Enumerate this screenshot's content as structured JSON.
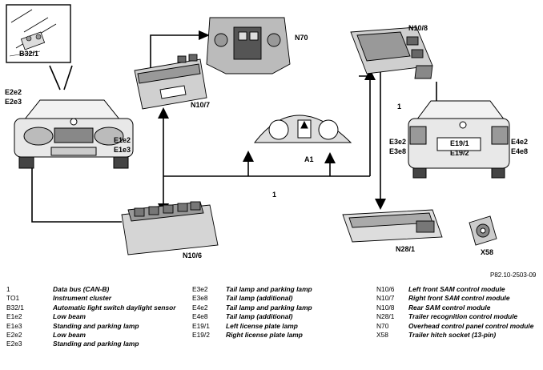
{
  "labels": {
    "b32_1": "B32/1",
    "n70": "N70",
    "n10_8": "N10/8",
    "e2e2": "E2e2",
    "e2e3": "E2e3",
    "n10_7": "N10/7",
    "e1e2": "E1e2",
    "e1e3": "E1e3",
    "a1": "A1",
    "bus_left": "1",
    "bus_right": "1",
    "e3e2": "E3e2",
    "e3e8": "E3e8",
    "e19_1": "E19/1",
    "e19_2": "E19/2",
    "e4e2": "E4e2",
    "e4e8": "E4e8",
    "n10_6": "N10/6",
    "n28_1": "N28/1",
    "x58": "X58",
    "figure_ref": "P82.10-2503-09"
  },
  "legend": {
    "col1": [
      {
        "code": "1",
        "desc": "Data bus (CAN-B)"
      },
      {
        "code": "TO1",
        "desc": "Instrument cluster"
      },
      {
        "code": "B32/1",
        "desc": "Automatic light switch daylight sensor"
      },
      {
        "code": "E1e2",
        "desc": "Low beam"
      },
      {
        "code": "E1e3",
        "desc": "Standing and parking lamp"
      },
      {
        "code": "E2e2",
        "desc": "Low beam"
      },
      {
        "code": "E2e3",
        "desc": "Standing and parking lamp"
      }
    ],
    "col2": [
      {
        "code": "E3e2",
        "desc": "Tail lamp and parking lamp"
      },
      {
        "code": "E3e8",
        "desc": "Tail lamp (additional)"
      },
      {
        "code": "E4e2",
        "desc": "Tail lamp and parking lamp"
      },
      {
        "code": "E4e8",
        "desc": "Tail lamp (additional)"
      },
      {
        "code": "E19/1",
        "desc": "Left license plate lamp"
      },
      {
        "code": "E19/2",
        "desc": "Right license plate lamp"
      }
    ],
    "col3": [
      {
        "code": "N10/6",
        "desc": "Left front SAM control module"
      },
      {
        "code": "N10/7",
        "desc": "Right front SAM control module"
      },
      {
        "code": "N10/8",
        "desc": "Rear SAM control module"
      },
      {
        "code": "N28/1",
        "desc": "Trailer recognition control module"
      },
      {
        "code": "N70",
        "desc": "Overhead control panel control module"
      },
      {
        "code": "X58",
        "desc": "Trailer hitch socket (13-pin)"
      }
    ]
  }
}
